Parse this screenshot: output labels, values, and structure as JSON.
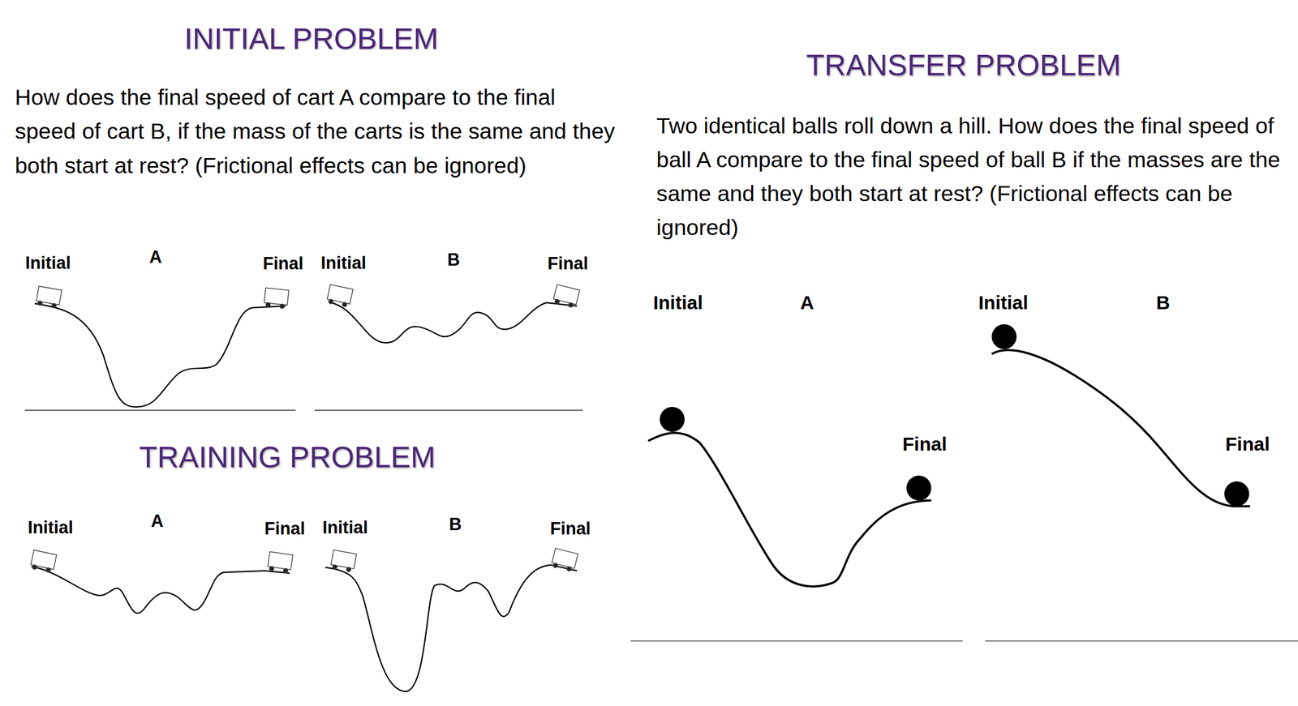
{
  "diagram": {
    "labels": [
      "INITIAL PROBLEM",
      "How does the final speed of cart A compare to the final speed of cart B, if the mass of the carts is the same and they both start at rest? (Frictional effects can be ignored)",
      "Initial",
      "A",
      "Final",
      "Initial",
      "B",
      "Final",
      "TRAINING PROBLEM",
      "Initial",
      "A",
      "Final",
      "Initial",
      "B",
      "Final",
      "TRANSFER PROBLEM",
      "Two identical balls roll down a hill. How does the final speed of ball A compare to the final speed of ball B if the masses are the same and they both start at rest? (Frictional effects can be ignored)",
      "Initial",
      "A",
      "Final",
      "Initial",
      "B",
      "Final"
    ]
  }
}
